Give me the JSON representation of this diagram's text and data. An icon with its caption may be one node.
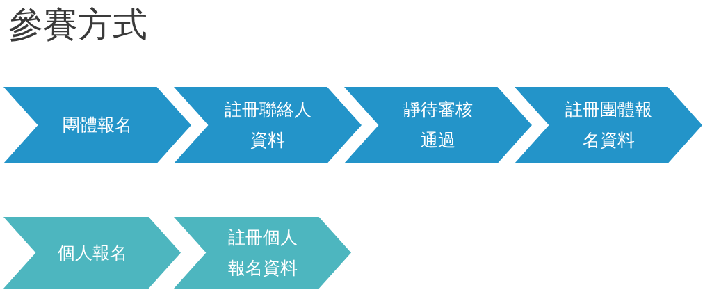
{
  "diagram": {
    "title": "參賽方式",
    "nodes": [
      {
        "text": [
          "團體報名"
        ]
      },
      {
        "text": [
          "註冊聯絡人資料"
        ]
      },
      {
        "text": [
          "靜待審核通過"
        ]
      },
      {
        "text": [
          "註冊團體報名資料"
        ]
      },
      {
        "text": [
          "個人報名"
        ]
      },
      {
        "text": [
          "註冊個人報名資料"
        ]
      }
    ]
  }
}
